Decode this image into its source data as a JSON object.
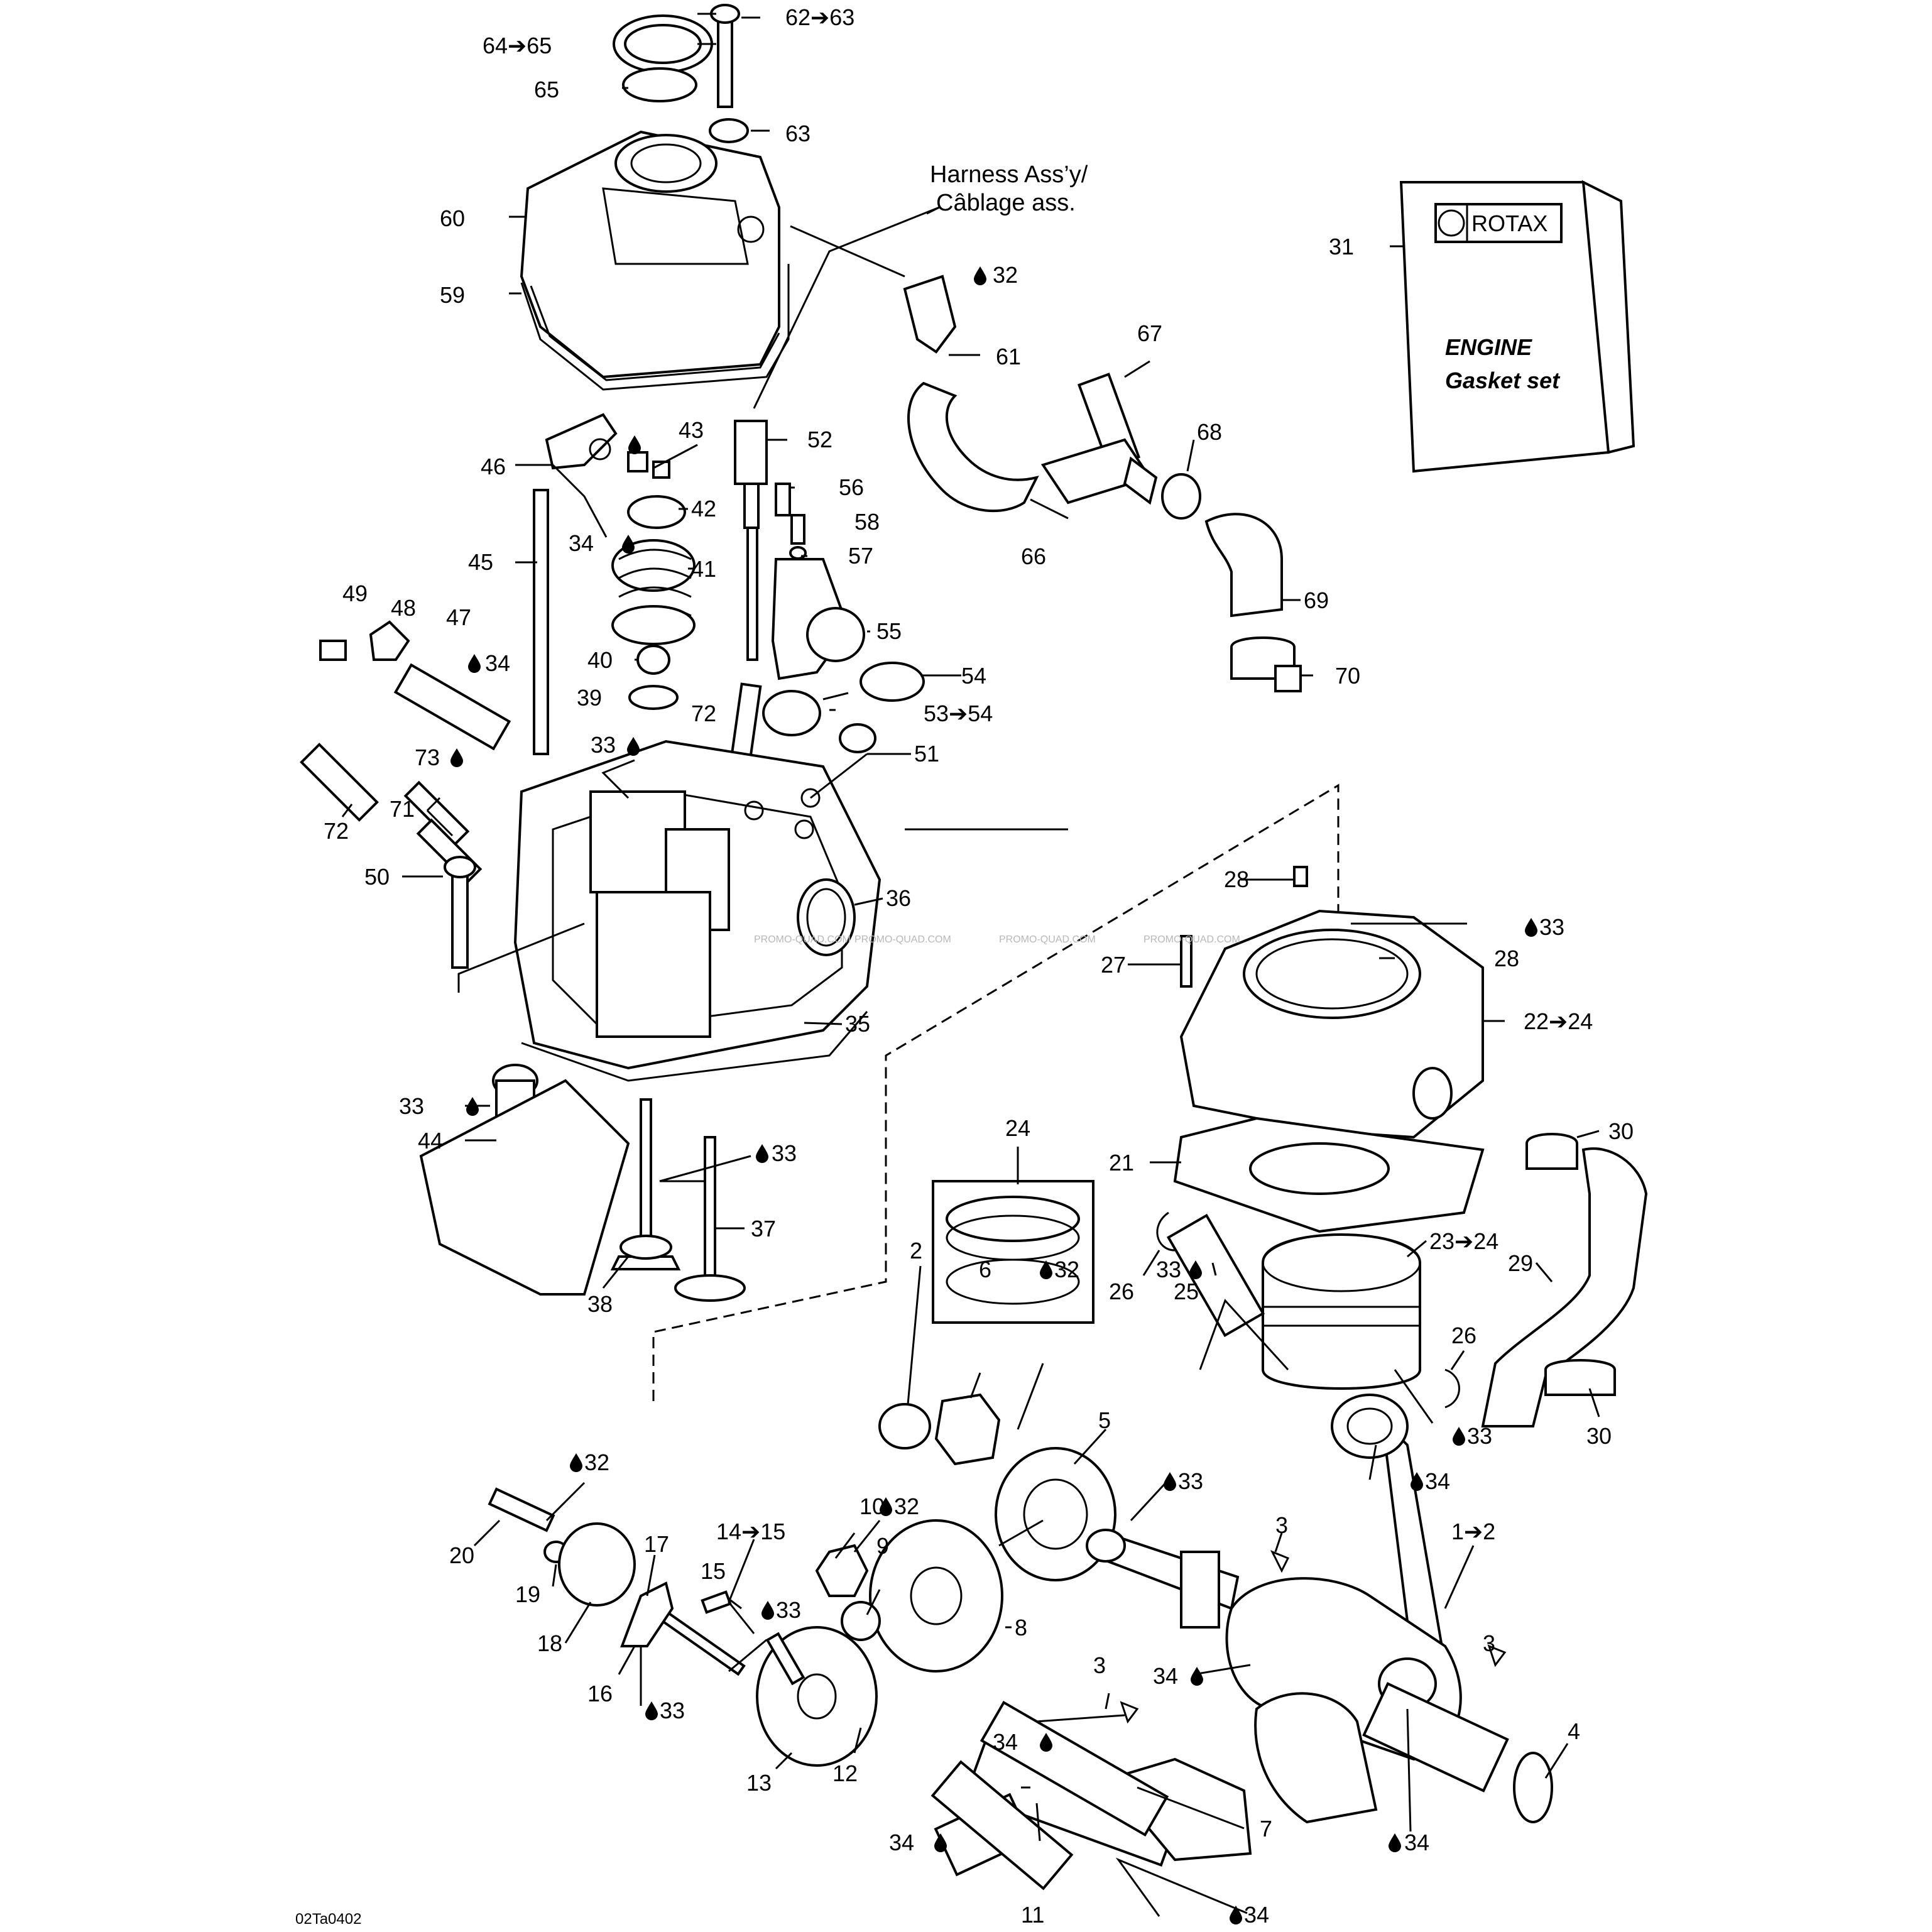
{
  "diagram": {
    "harness_note": [
      "Harness Ass’y/",
      "Câblage ass."
    ],
    "gasket_set": {
      "brand": "ROTAX",
      "title": "ENGINE",
      "subtitle": "Gasket set"
    },
    "drawing_code": "02Ta0402",
    "watermark": "PROMO-QUAD.COM",
    "callouts": {
      "c65a": "64➔65",
      "c6263": "62➔63",
      "c65": "65",
      "c63": "63",
      "c60": "60",
      "c59": "59",
      "c32a": "32",
      "c61": "61",
      "c31": "31",
      "c67": "67",
      "c68": "68",
      "c52": "52",
      "c43": "43",
      "c46": "46",
      "c56": "56",
      "c42": "42",
      "c58": "58",
      "c34a": "34",
      "c45": "45",
      "c57": "57",
      "c41": "41",
      "c66": "66",
      "c69": "69",
      "c49": "49",
      "c48": "48",
      "c47": "47",
      "c55": "55",
      "c34b": "34",
      "c40": "40",
      "c70": "70",
      "c54": "54",
      "c39": "39",
      "c72a": "72",
      "c5354": "53➔54",
      "c33a": "33",
      "c51": "51",
      "c73": "73",
      "c72b": "72",
      "c71": "71",
      "c28a": "28",
      "c50": "50",
      "c36": "36",
      "c33b": "33",
      "c27": "27",
      "c28b": "28",
      "c35": "35",
      "c2224": "22➔24",
      "c24": "24",
      "c33c": "33",
      "c44": "44",
      "c33d": "33",
      "c21": "21",
      "c30a": "30",
      "c37": "37",
      "c2324": "23➔24",
      "c29": "29",
      "c26a": "26",
      "c25": "25",
      "c38": "38",
      "c26b": "26",
      "c33e": "33",
      "c2": "2",
      "c6": "6",
      "c32b": "32",
      "c33f": "33",
      "c30b": "30",
      "c5": "5",
      "c32c": "32",
      "c33g": "33",
      "c34c": "34",
      "c10": "10",
      "c32d": "32",
      "c1415": "14➔15",
      "c3a": "3",
      "c12b": "1➔2",
      "c20": "20",
      "c17": "17",
      "c9": "9",
      "c15": "15",
      "c19": "19",
      "c33h": "33",
      "c8": "8",
      "c18": "18",
      "c3b": "3",
      "c3c": "3",
      "c34d": "34",
      "c16": "16",
      "c33i": "33",
      "c34e": "34",
      "c4": "4",
      "c13": "13",
      "c12": "12",
      "c7": "7",
      "c34f": "34",
      "c34g": "34",
      "c11": "11",
      "c34h": "34"
    }
  }
}
